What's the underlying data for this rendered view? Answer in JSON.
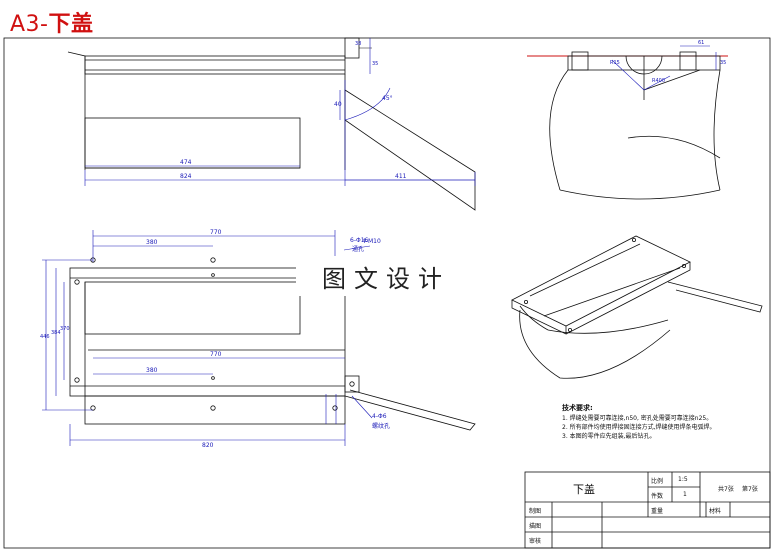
{
  "sheet": {
    "code": "A3-",
    "title": "下盖"
  },
  "watermark": "图文设计",
  "notes": {
    "header": "技术要求:",
    "items": [
      "1. 焊缝处需要可靠连接,n50,  密孔处需要可靠连接n25。",
      "2. 所有部件均使用焊接固连接方式,焊缝使用焊条电弧焊。",
      "3. 本图的零件应先组装,最后钻孔。"
    ]
  },
  "title_block": {
    "part_name": "下盖",
    "scale_label": "比例",
    "scale_value": "1:5",
    "qty_label": "件数",
    "qty_value": "1",
    "weight_label": "重量",
    "material_label": "材料",
    "sheet_total": "共7张",
    "sheet_no": "第7张",
    "drawn_label": "制图",
    "design_label": "描图",
    "review_label": "审核"
  },
  "dims": {
    "front_inner": "474",
    "front_total": "824",
    "front_right": "411",
    "front_height": "40",
    "front_angle": "45°",
    "top_small_a": "38",
    "top_small_b": "35",
    "plan_770_top": "770",
    "plan_380_top": "380",
    "plan_770_bot": "770",
    "plan_380_bot": "380",
    "plan_total": "820",
    "plan_left_a": "446",
    "plan_left_b": "384",
    "plan_left_c": "370",
    "hole_note_top": "6-Φ16",
    "hole_text_top": "通孔",
    "hole_note_top2": "4-M10",
    "hole_note_bot": "4-Φ6",
    "hole_text_bot": "螺纹孔",
    "right_dim_a": "61",
    "right_dim_b": "35",
    "right_r1": "R15",
    "right_r2": "R400"
  }
}
